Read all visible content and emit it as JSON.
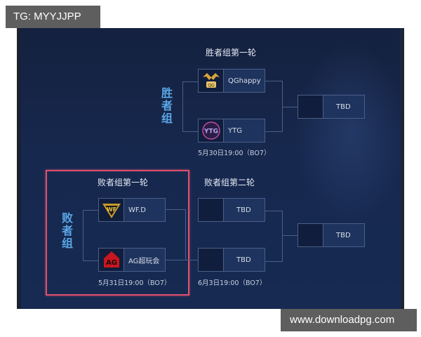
{
  "watermarks": {
    "top_left": "TG: MYYJJPP",
    "bottom_right": "www.downloadpg.com"
  },
  "colors": {
    "panel_bg": "#162a52",
    "group_label": "#5aa8e8",
    "highlight_border": "#e0506e",
    "watermark_bg": "#5e5e5e"
  },
  "winners_bracket": {
    "group_label": "胜者组",
    "round1_title": "胜者组第一轮",
    "round1_match": {
      "team1": {
        "name": "QGhappy",
        "logo": "qghappy-logo"
      },
      "team2": {
        "name": "YTG",
        "logo": "ytg-logo"
      },
      "schedule": "5月30日19:00（BO7）"
    },
    "next_match": {
      "name": "TBD"
    }
  },
  "losers_bracket": {
    "group_label": "败者组",
    "round1_title": "败者组第一轮",
    "round1_match": {
      "team1": {
        "name": "WF.D",
        "logo": "wfd-logo"
      },
      "team2": {
        "name": "AG超玩会",
        "logo": "ag-logo"
      },
      "schedule": "5月31日19:00（BO7）"
    },
    "round2_title": "败者组第二轮",
    "round2_match": {
      "team1": {
        "name": "TBD"
      },
      "team2": {
        "name": "TBD"
      },
      "schedule": "6月3日19:00（BO7）"
    },
    "next_match": {
      "name": "TBD"
    }
  }
}
